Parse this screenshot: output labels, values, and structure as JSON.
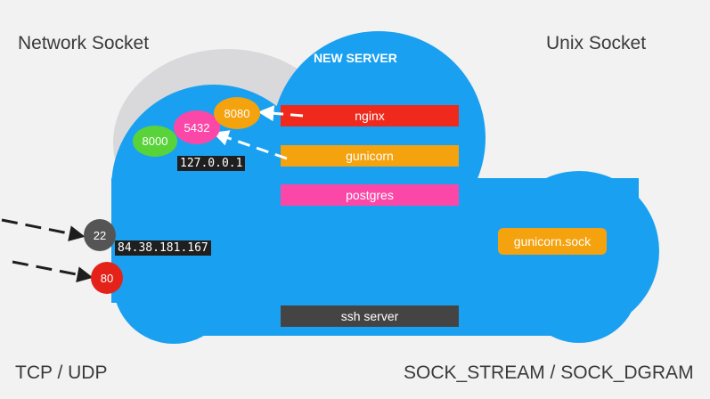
{
  "labels": {
    "network_socket": "Network Socket",
    "unix_socket": "Unix Socket",
    "tcp_udp": "TCP / UDP",
    "sock_types": "SOCK_STREAM / SOCK_DGRAM",
    "server_title": "NEW SERVER"
  },
  "services": {
    "nginx": "nginx",
    "gunicorn": "gunicorn",
    "postgres": "postgres",
    "ssh": "ssh server"
  },
  "ports": {
    "p8080": "8080",
    "p5432": "5432",
    "p8000": "8000",
    "p22": "22",
    "p80": "80"
  },
  "addresses": {
    "loopback": "127.0.0.1",
    "public": "84.38.181.167"
  },
  "unix_socket_file": "gunicorn.sock",
  "colors": {
    "background": "#f2f2f2",
    "cloud": "#1aa0f0",
    "cloud_back": "#d9d9db",
    "nginx": "#ef2a1d",
    "gunicorn": "#f4a20d",
    "postgres": "#fb48a8",
    "ssh": "#444444",
    "port_8080": "#f4a20d",
    "port_5432": "#fb48a8",
    "port_8000": "#59d33a",
    "port_22": "#555555",
    "port_80": "#e3231a"
  }
}
